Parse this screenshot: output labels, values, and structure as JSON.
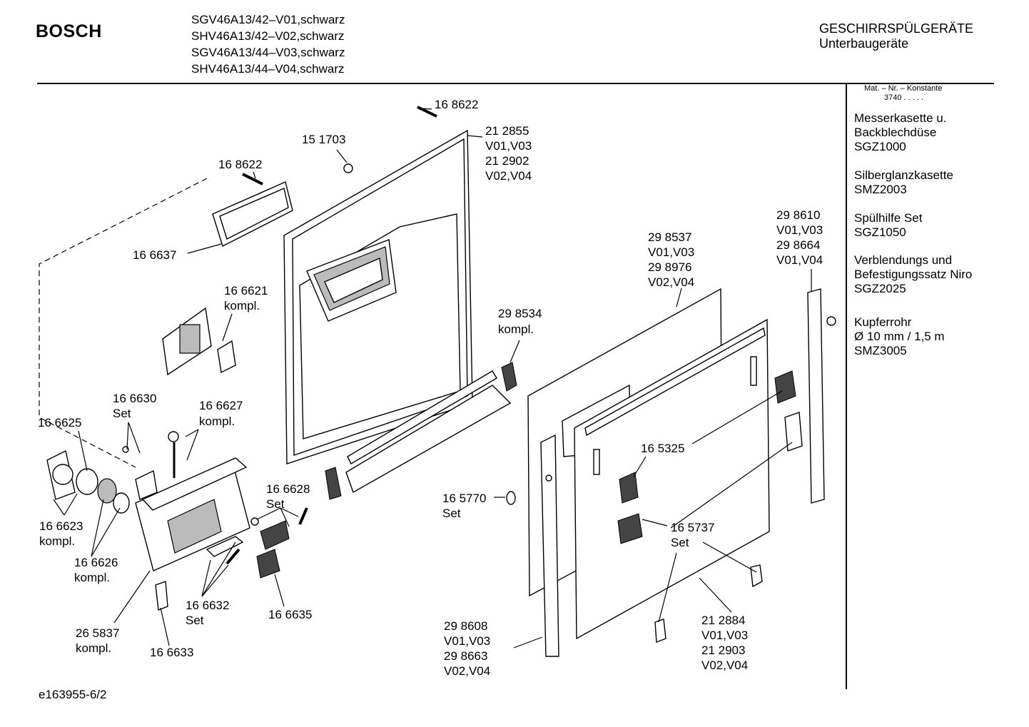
{
  "header": {
    "brand": "BOSCH",
    "models": [
      "SGV46A13/42–V01,schwarz",
      "SHV46A13/42–V02,schwarz",
      "SGV46A13/44–V03,schwarz",
      "SHV46A13/44–V04,schwarz"
    ],
    "category_title": "GESCHIRRSPÜLGERÄTE",
    "category_subtitle": "Unterbaugeräte"
  },
  "sidebar": {
    "mat_header": "Mat. – Nr. – Konstante",
    "mat_constant": "3740  .  .  .  .  .",
    "accessories": [
      {
        "lines": [
          "Messerkasette u.",
          "Backblechdüse",
          "SGZ1000"
        ]
      },
      {
        "lines": [
          "Silberglanzkasette",
          "SMZ2003"
        ]
      },
      {
        "lines": [
          "Spülhilfe Set",
          "SGZ1050"
        ]
      },
      {
        "lines": [
          "Verblendungs und",
          "Befestigungssatz Niro",
          "SGZ2025"
        ]
      },
      {
        "lines": [
          "Kupferrohr",
          "Ø 10 mm / 1,5 m",
          "SMZ3005"
        ]
      }
    ]
  },
  "labels": {
    "p168622a": "16 8622",
    "p212855": [
      "21 2855",
      "V01,V03",
      "21 2902",
      "V02,V04"
    ],
    "p151703": "15 1703",
    "p168622b": "16 8622",
    "p166637": "16 6637",
    "p166621": [
      "16 6621",
      "kompl."
    ],
    "p298610": [
      "29 8610",
      "V01,V03",
      "29 8664",
      "V01,V04"
    ],
    "p298537": [
      "29 8537",
      "V01,V03",
      "29 8976",
      "V02,V04"
    ],
    "p298534": [
      "29 8534",
      "kompl."
    ],
    "p166630": [
      "16 6630",
      "Set"
    ],
    "p166627": [
      "16 6627",
      "kompl."
    ],
    "p166625": "16 6625",
    "p165325": "16 5325",
    "p166628": [
      "16 6628",
      "Set"
    ],
    "p165770": [
      "16 5770",
      "Set"
    ],
    "p166623": [
      "16 6623",
      "kompl."
    ],
    "p165737": [
      "16 5737",
      "Set"
    ],
    "p166626": [
      "16 6626",
      "kompl."
    ],
    "p166632": [
      "16 6632",
      "Set"
    ],
    "p166635": "16 6635",
    "p212884": [
      "21 2884",
      "V01,V03",
      "21 2903",
      "V02,V04"
    ],
    "p298608": [
      "29 8608",
      "V01,V03",
      "29 8663",
      "V02,V04"
    ],
    "p265837": [
      "26 5837",
      "kompl."
    ],
    "p166633": "16 6633"
  },
  "footer": {
    "code": "e163955-6/2"
  }
}
